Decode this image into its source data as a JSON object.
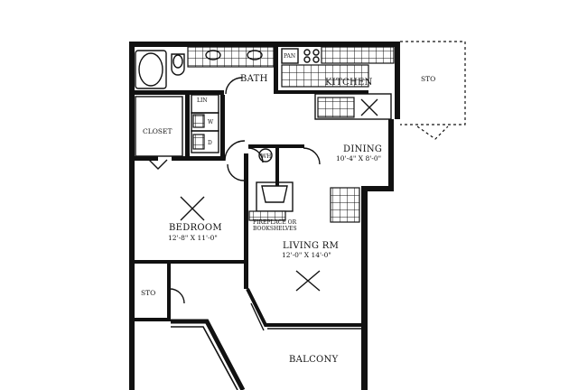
{
  "rooms": {
    "bath": "BATH",
    "pan": "PAN",
    "kitchen": "KITCHEN",
    "sto_top": "STO",
    "lin": "LIN",
    "closet": "CLOSET",
    "wd_w": "W",
    "wd_d": "D",
    "dining": "DINING",
    "dining_dim": "10'-4\" X 8'-0\"",
    "wh": "WH",
    "bedroom": "BEDROOM",
    "bedroom_dim": "12'-8\" X 11'-0\"",
    "fireplace_1": "FIREPLACE OR",
    "fireplace_2": "BOOKSHELVES",
    "living": "LIVING RM",
    "living_dim": "12'-0\" X 14'-0\"",
    "sto_bottom": "STO",
    "balcony": "BALCONY"
  }
}
